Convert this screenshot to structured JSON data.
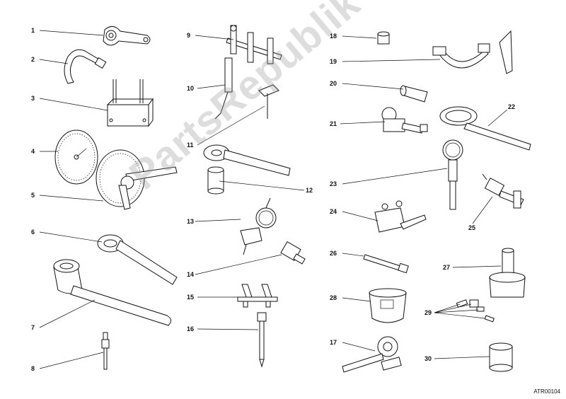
{
  "diagram": {
    "watermark": "PartsRepublik",
    "drawing_code": "ATR00104",
    "callouts": [
      {
        "id": "c1",
        "label": "1"
      },
      {
        "id": "c2",
        "label": "2"
      },
      {
        "id": "c3",
        "label": "3"
      },
      {
        "id": "c4",
        "label": "4"
      },
      {
        "id": "c5",
        "label": "5"
      },
      {
        "id": "c6",
        "label": "6"
      },
      {
        "id": "c7",
        "label": "7"
      },
      {
        "id": "c8",
        "label": "8"
      },
      {
        "id": "c9",
        "label": "9"
      },
      {
        "id": "c10",
        "label": "10"
      },
      {
        "id": "c11",
        "label": "11"
      },
      {
        "id": "c12",
        "label": "12"
      },
      {
        "id": "c13",
        "label": "13"
      },
      {
        "id": "c14",
        "label": "14"
      },
      {
        "id": "c15",
        "label": "15"
      },
      {
        "id": "c16",
        "label": "16"
      },
      {
        "id": "c17",
        "label": "17"
      },
      {
        "id": "c18",
        "label": "18"
      },
      {
        "id": "c19",
        "label": "19"
      },
      {
        "id": "c20",
        "label": "20"
      },
      {
        "id": "c21",
        "label": "21"
      },
      {
        "id": "c22",
        "label": "22"
      },
      {
        "id": "c23",
        "label": "23"
      },
      {
        "id": "c24",
        "label": "24"
      },
      {
        "id": "c25",
        "label": "25"
      },
      {
        "id": "c26",
        "label": "26"
      },
      {
        "id": "c27",
        "label": "27"
      },
      {
        "id": "c28",
        "label": "28"
      },
      {
        "id": "c29",
        "label": "29"
      },
      {
        "id": "c30",
        "label": "30"
      }
    ]
  }
}
